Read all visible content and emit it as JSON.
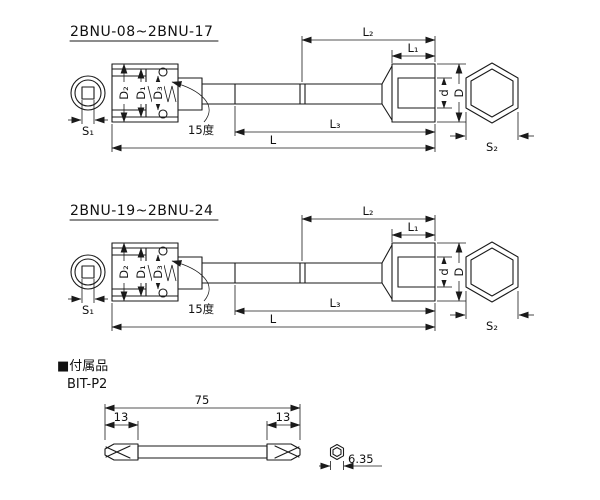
{
  "colors": {
    "line": "#1a1a1a",
    "background": "#ffffff"
  },
  "drawing1": {
    "title": "2BNU-08~2BNU-17",
    "labels": {
      "L": "L",
      "L1": "L₁",
      "L2": "L₂",
      "L3": "L₃",
      "D": "D",
      "D1": "D₁",
      "D2": "D₂",
      "D3": "D₃",
      "d": "d",
      "S1": "S₁",
      "S2": "S₂",
      "angle": "15度"
    }
  },
  "drawing2": {
    "title": "2BNU-19~2BNU-24",
    "labels": {
      "L": "L",
      "L1": "L₁",
      "L2": "L₂",
      "L3": "L₃",
      "D": "D",
      "D1": "D₁",
      "D2": "D₂",
      "D3": "D₃",
      "d": "d",
      "S1": "S₁",
      "S2": "S₂",
      "angle": "15度"
    }
  },
  "accessory": {
    "section_title": "■付属品",
    "model": "BIT-P2",
    "dims": {
      "overall_length": "75",
      "tip_length_left": "13",
      "tip_length_right": "13",
      "hex_width_across_flats": "6.35"
    }
  }
}
